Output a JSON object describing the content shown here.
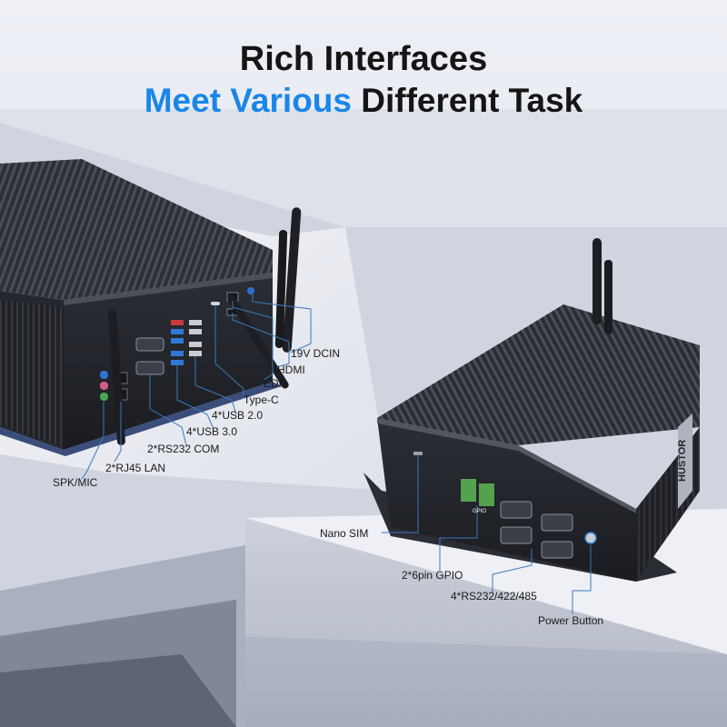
{
  "headline": {
    "line1": "Rich Interfaces",
    "line2_accent": "Meet Various",
    "line2_rest": "Different Task"
  },
  "colors": {
    "accent": "#1a86e8",
    "text": "#151515",
    "leader": "#3d78b8"
  },
  "device_left": {
    "labels": {
      "dcin": "19V DCIN",
      "hdmi": "HDMI",
      "edp": "EDP",
      "typec": "Type-C",
      "usb2": "4*USB 2.0",
      "usb3": "4*USB 3.0",
      "rs232": "2*RS232 COM",
      "lan": "2*RJ45 LAN",
      "audio": "SPK/MIC"
    }
  },
  "device_right": {
    "brand": "HUSTOR",
    "gpio_marking": "GPIO",
    "labels": {
      "sim": "Nano SIM",
      "gpio": "2*6pin GPIO",
      "com": "4*RS232/422/485",
      "power": "Power Button"
    }
  }
}
